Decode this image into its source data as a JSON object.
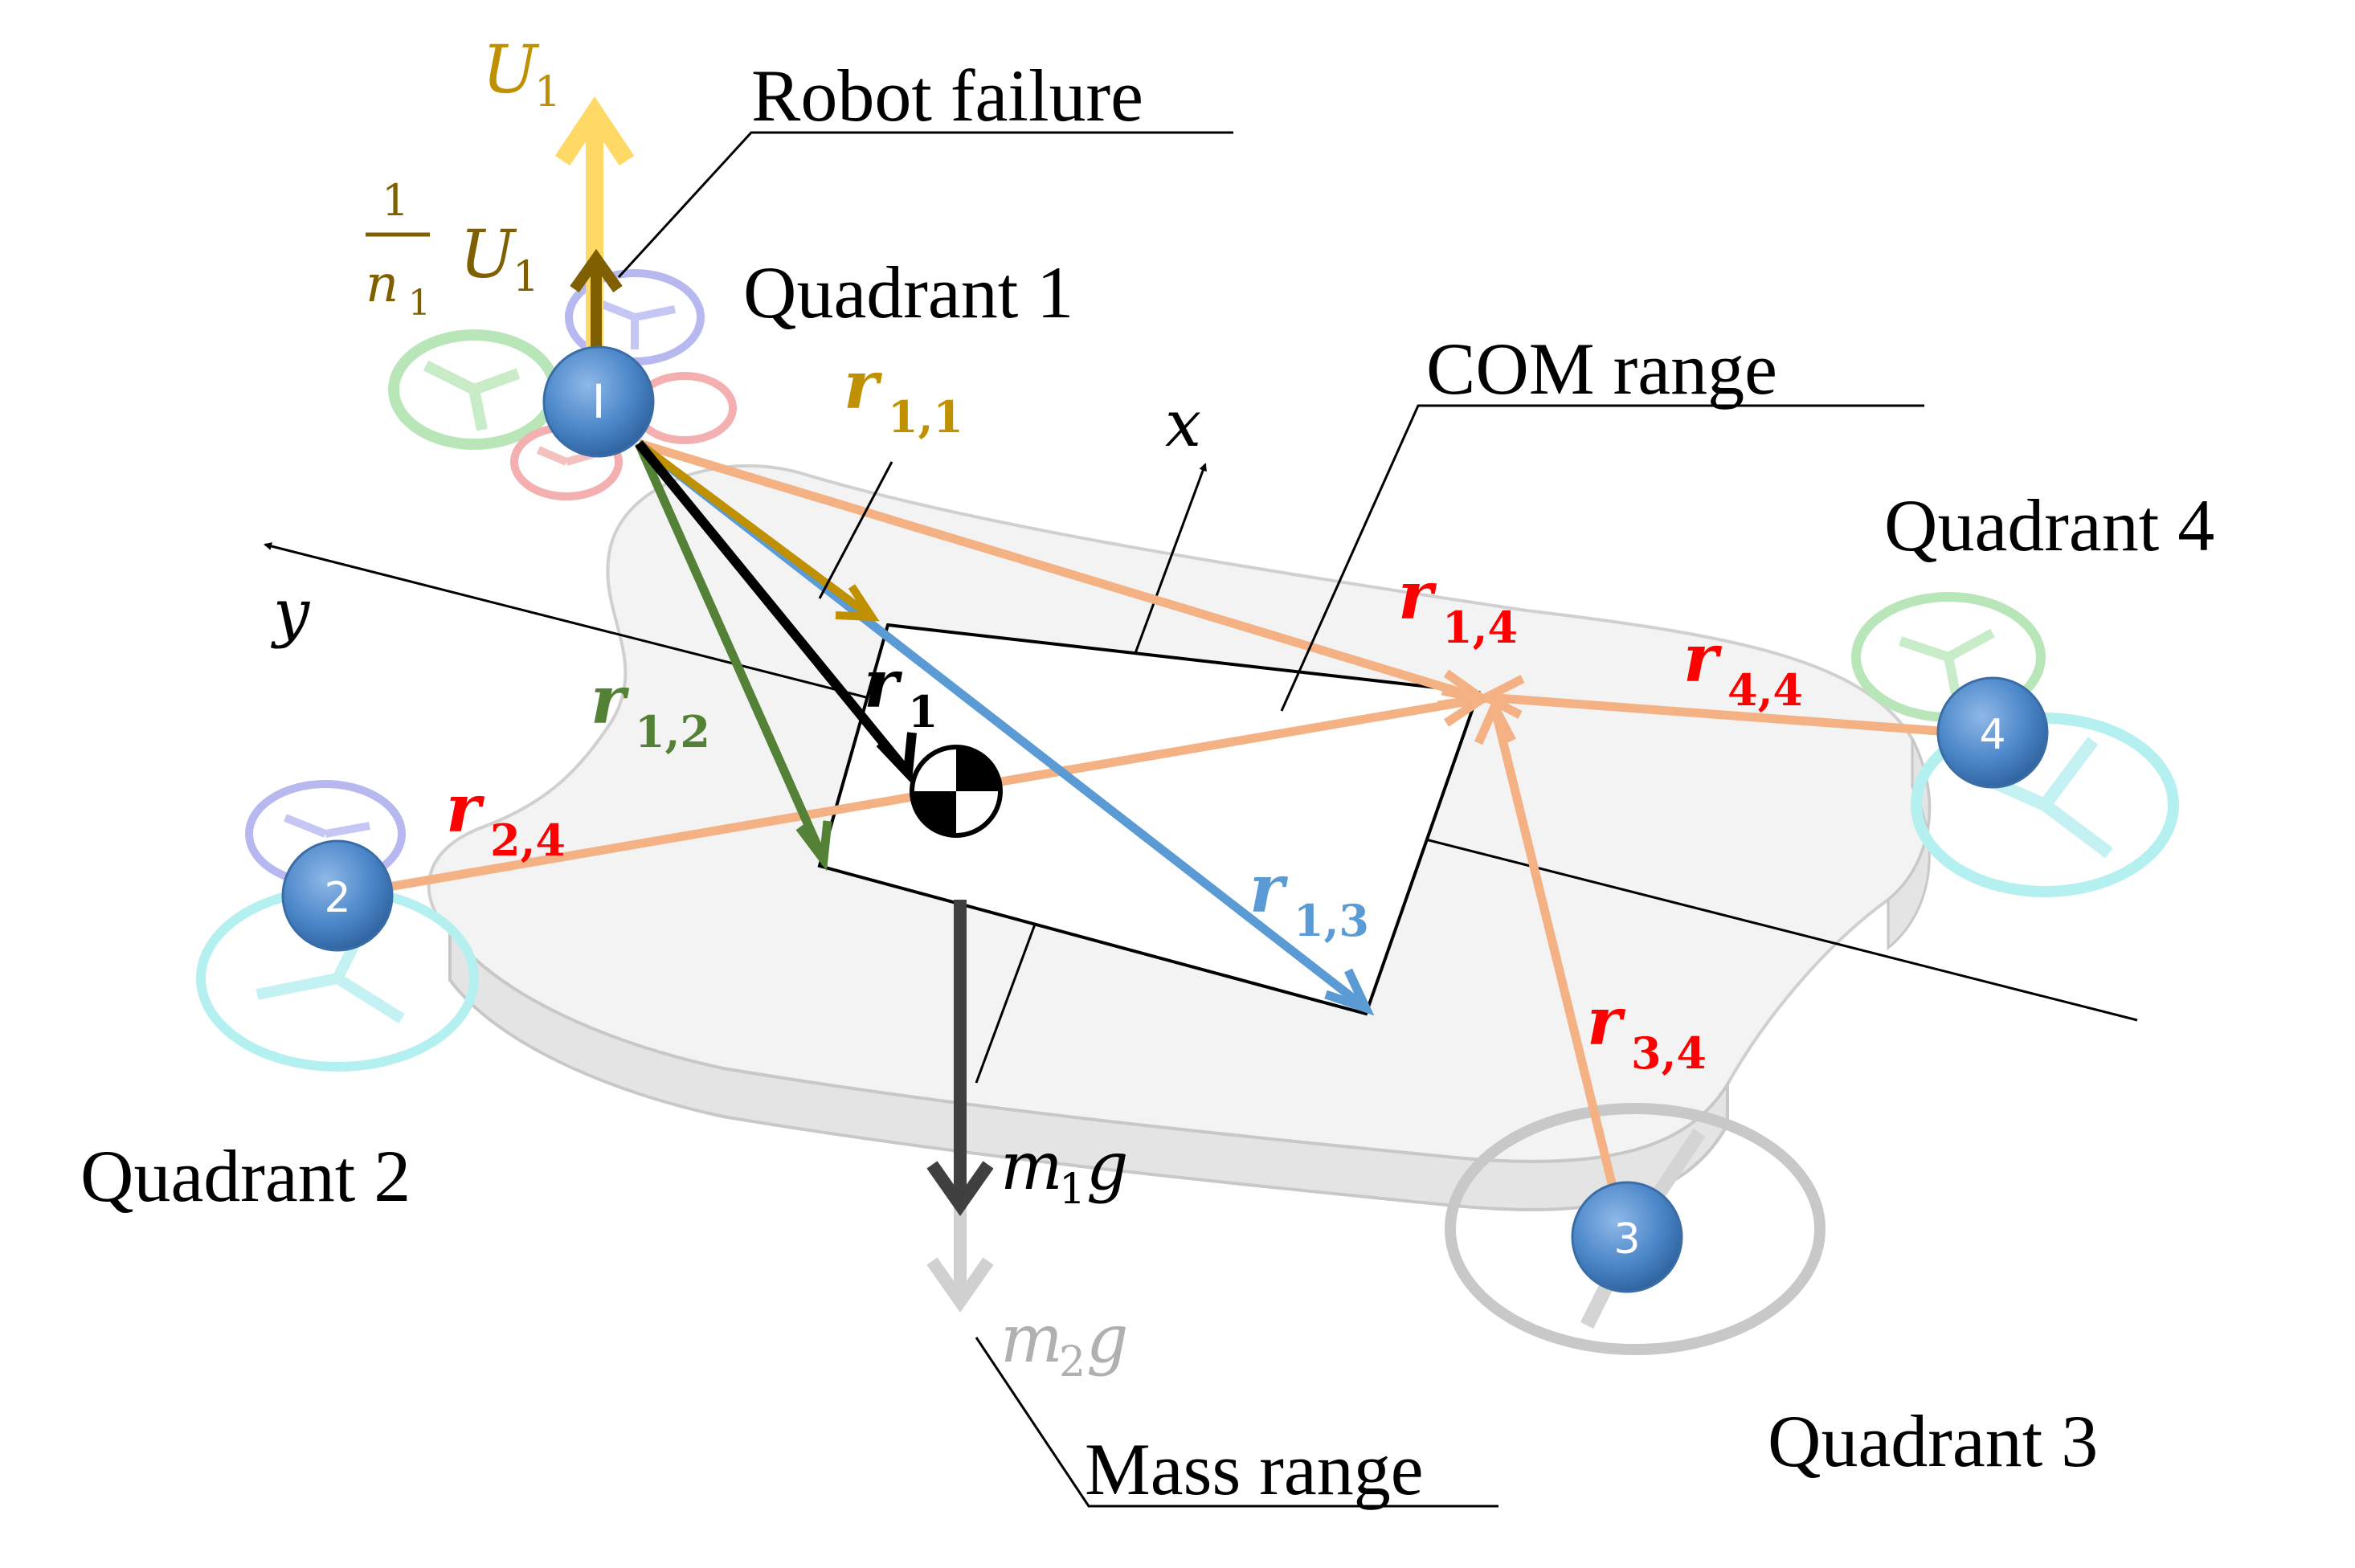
{
  "labels": {
    "robot_failure": "Robot failure",
    "com_range": "COM range",
    "mass_range": "Mass range",
    "quadrant_1": "Quadrant 1",
    "quadrant_2": "Quadrant 2",
    "quadrant_3": "Quadrant 3",
    "quadrant_4": "Quadrant 4",
    "axis_x": "x",
    "axis_y": "y"
  },
  "forces": {
    "thrust_symbol": "U",
    "thrust_sub": "1",
    "frac_num": "1",
    "frac_den": "n",
    "frac_den_sub": "1",
    "weight1_symbol": "m",
    "weight1_sub": "1",
    "weight1_g": "g",
    "weight2_symbol": "m",
    "weight2_sub": "2",
    "weight2_g": "g"
  },
  "vectors": {
    "r1": {
      "symbol": "r",
      "sub": "1"
    },
    "r11": {
      "symbol": "r",
      "sub": "1,1"
    },
    "r12": {
      "symbol": "r",
      "sub": "1,2"
    },
    "r13": {
      "symbol": "r",
      "sub": "1,3"
    },
    "r14": {
      "symbol": "r",
      "sub": "1,4"
    },
    "r24": {
      "symbol": "r",
      "sub": "2,4"
    },
    "r34": {
      "symbol": "r",
      "sub": "3,4"
    },
    "r44": {
      "symbol": "r",
      "sub": "4,4"
    }
  },
  "robots": [
    "I",
    "2",
    "3",
    "4"
  ],
  "colors": {
    "thrust_full": "#ffcc33",
    "thrust_partial": "#7f5f00",
    "r11": "#bf9000",
    "r12": "#538135",
    "r13": "#5b9bd5",
    "r_to_4": "#f4b183",
    "red_label": "#ff0000",
    "robot_fill": "#4a86c8",
    "platform": "#f2f2f2",
    "weight1": "#404040",
    "weight2": "#d0d0d0"
  }
}
